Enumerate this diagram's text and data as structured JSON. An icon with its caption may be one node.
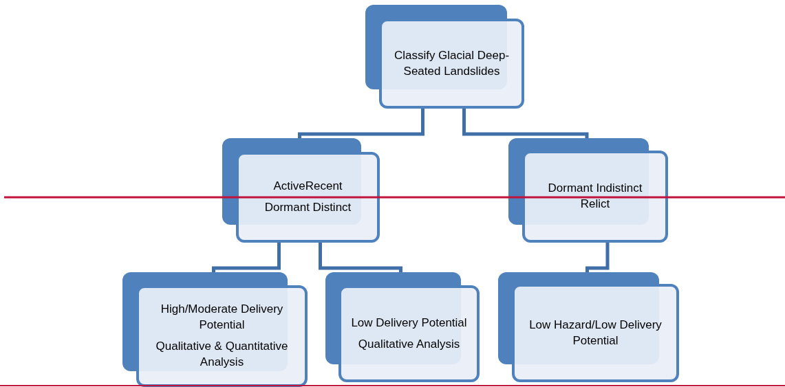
{
  "diagram": {
    "nodes": [
      {
        "text": [
          "Classify Glacial Deep-Seated Landslides"
        ]
      },
      {
        "text": [
          "ActiveRecent",
          "Dormant Distinct"
        ]
      },
      {
        "text": [
          "Dormant Indistinct Relict"
        ]
      },
      {
        "text": [
          "High/Moderate Delivery Potential",
          "Qualitative & Quantitative Analysis"
        ]
      },
      {
        "text": [
          "Low Delivery Potential",
          "Qualitative Analysis"
        ]
      },
      {
        "text": [
          "Low Hazard/Low Delivery Potential"
        ]
      }
    ],
    "edges": [
      {
        "from": 0,
        "to": 1,
        "arrow": "none"
      },
      {
        "from": 0,
        "to": 2,
        "arrow": "none"
      },
      {
        "from": 1,
        "to": 3,
        "arrow": "none"
      },
      {
        "from": 1,
        "to": 4,
        "arrow": "none"
      },
      {
        "from": 2,
        "to": 5,
        "arrow": "none"
      }
    ]
  }
}
